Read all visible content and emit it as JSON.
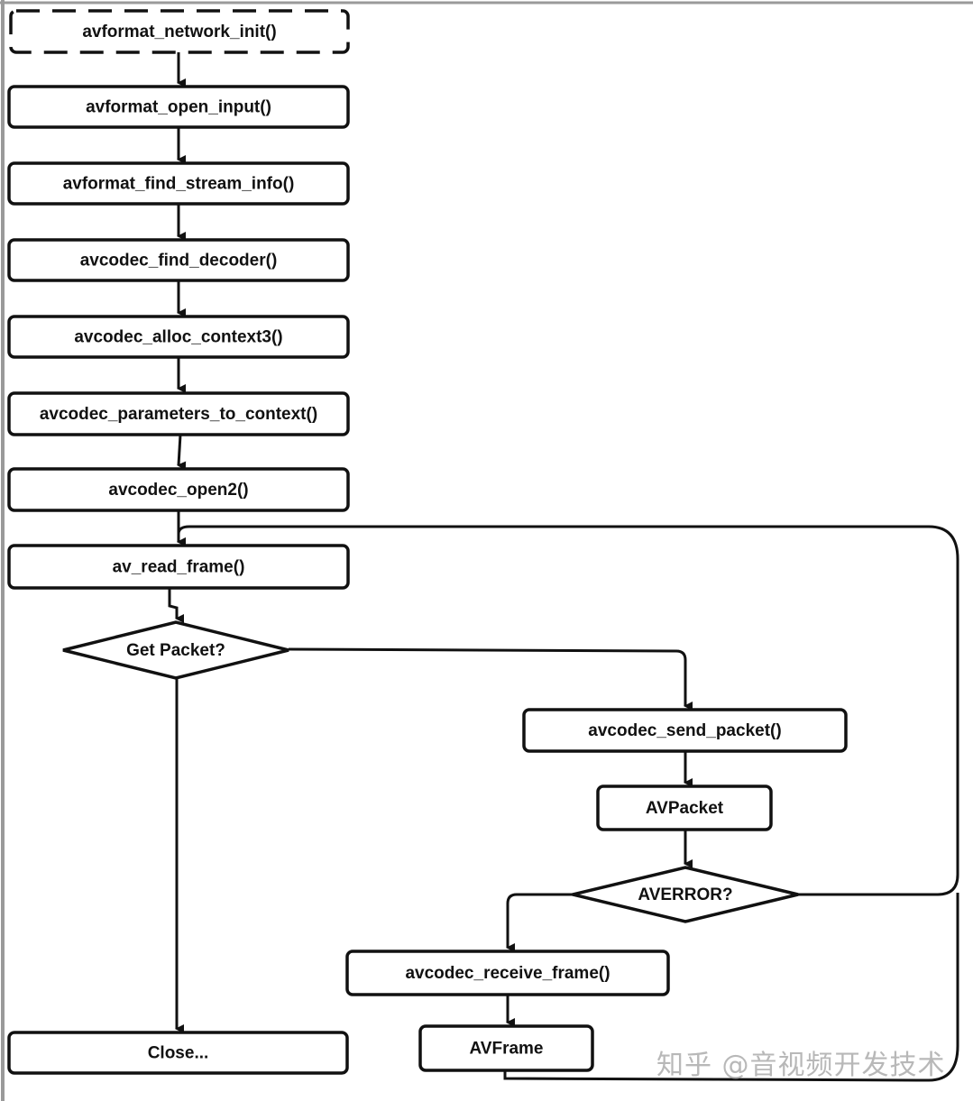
{
  "nodes": {
    "network_init": "avformat_network_init()",
    "open_input": "avformat_open_input()",
    "find_stream_info": "avformat_find_stream_info()",
    "find_decoder": "avcodec_find_decoder()",
    "alloc_context3": "avcodec_alloc_context3()",
    "parameters_to_context": "avcodec_parameters_to_context()",
    "open2": "avcodec_open2()",
    "read_frame": "av_read_frame()",
    "get_packet": "Get Packet?",
    "send_packet": "avcodec_send_packet()",
    "avpacket": "AVPacket",
    "averror": "AVERROR?",
    "receive_frame": "avcodec_receive_frame()",
    "avframe": "AVFrame",
    "close": "Close..."
  },
  "watermark": "知乎 @音视频开发技术",
  "colors": {
    "stroke": "#111111",
    "border": "#9a9a9a",
    "watermark": "#a0a0a0"
  }
}
